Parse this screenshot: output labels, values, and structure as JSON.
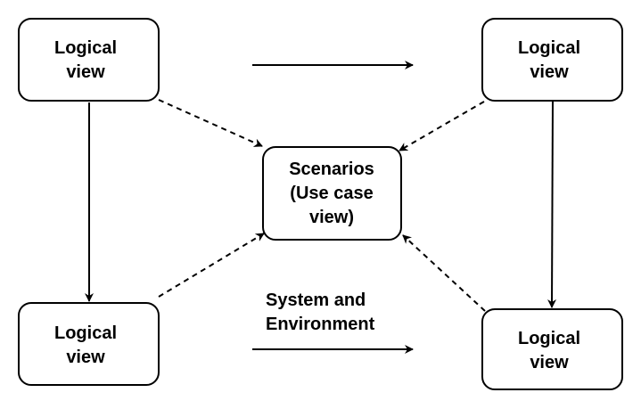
{
  "diagram": {
    "nodes": {
      "top_left": {
        "line1": "Logical",
        "line2": "view"
      },
      "top_right": {
        "line1": "Logical",
        "line2": "view"
      },
      "bottom_left": {
        "line1": "Logical",
        "line2": "view"
      },
      "bottom_right": {
        "line1": "Logical",
        "line2": "view"
      },
      "center": {
        "line1": "Scenarios",
        "line2": "(Use case",
        "line3": "view)"
      }
    },
    "edge_label": {
      "line1": "System and",
      "line2": "Environment"
    },
    "colors": {
      "stroke": "#000000",
      "fill": "#ffffff"
    }
  }
}
